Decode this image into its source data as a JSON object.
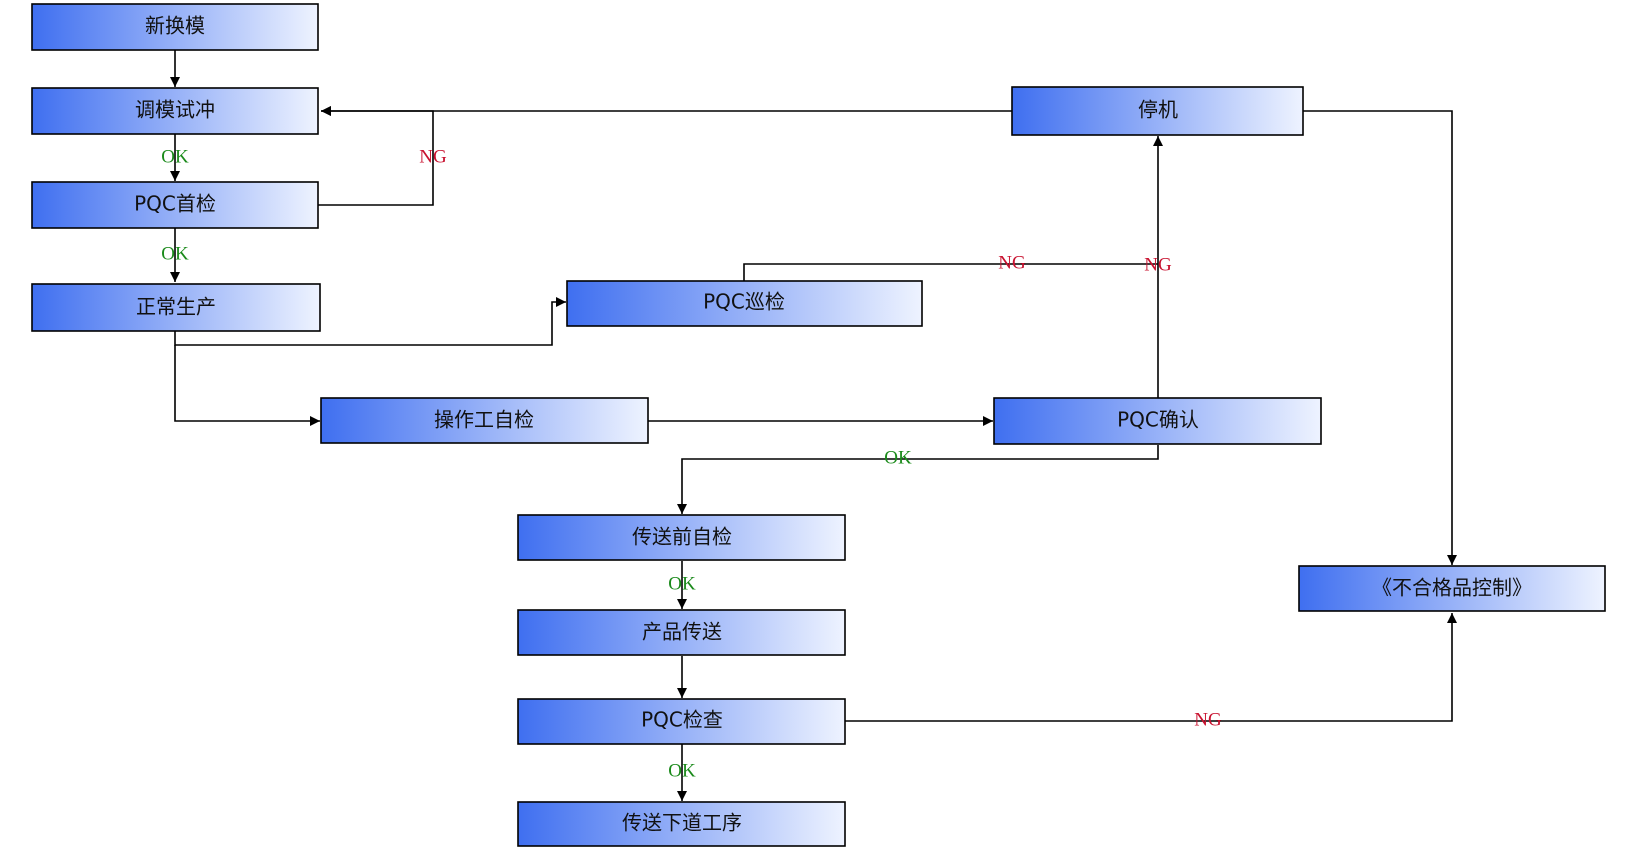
{
  "diagram": {
    "nodes": {
      "new_mold": "新换模",
      "adjust_trial": "调模试冲",
      "pqc_first": "PQC首检",
      "normal_production": "正常生产",
      "pqc_patrol": "PQC巡检",
      "operator_self_check": "操作工自检",
      "pqc_confirm": "PQC确认",
      "stop_machine": "停机",
      "self_check_before_transfer": "传送前自检",
      "product_transfer": "产品传送",
      "pqc_inspection": "PQC检查",
      "transfer_next": "传送下道工序",
      "nonconforming_control": "《不合格品控制》"
    },
    "edge_labels": {
      "ok": "OK",
      "ng": "NG"
    },
    "colors": {
      "box_gradient_start": "#3f6ff0",
      "box_gradient_end": "#eef3ff",
      "ok": "#1a8a1a",
      "ng": "#c8102e",
      "line": "#000000"
    }
  }
}
